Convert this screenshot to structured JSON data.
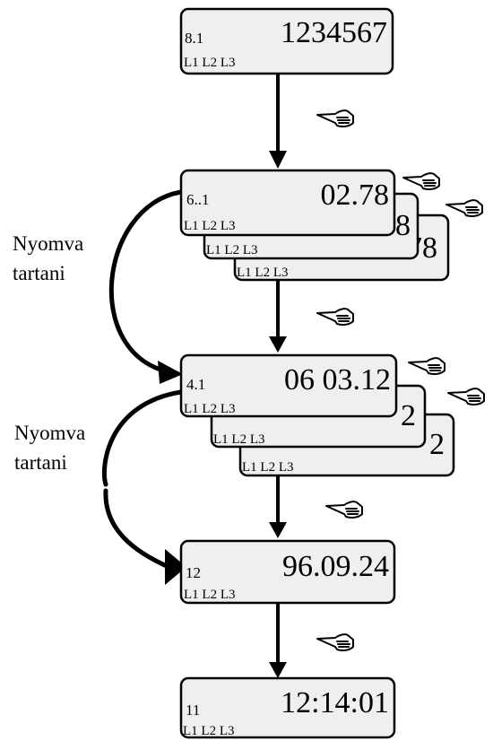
{
  "displays": [
    {
      "code": "8.1",
      "value": "1234567",
      "phases": "L1 L2 L3"
    },
    {
      "code": "6..1",
      "value": "02.78",
      "phases": "L1 L2 L3"
    },
    {
      "code": "4.1",
      "value": "06 03.12",
      "phases": "L1 L2 L3"
    },
    {
      "code": "12",
      "value": "96.09.24",
      "phases": "L1 L2 L3"
    },
    {
      "code": "11",
      "value": "12:14:01",
      "phases": "L1 L2 L3"
    }
  ],
  "stack1": {
    "back1_value": "8",
    "back2_value": "78",
    "back1_phases": "L1 L2 L3",
    "back2_phases": "L1 L2 L3"
  },
  "stack2": {
    "back1_value": "2",
    "back2_value": "2",
    "back1_phases": "L1 L2 L3",
    "back2_phases": "L1 L2 L3"
  },
  "side_labels": [
    {
      "line1": "Nyomva",
      "line2": "tartani"
    },
    {
      "line1": "Nyomva",
      "line2": "tartani"
    }
  ]
}
